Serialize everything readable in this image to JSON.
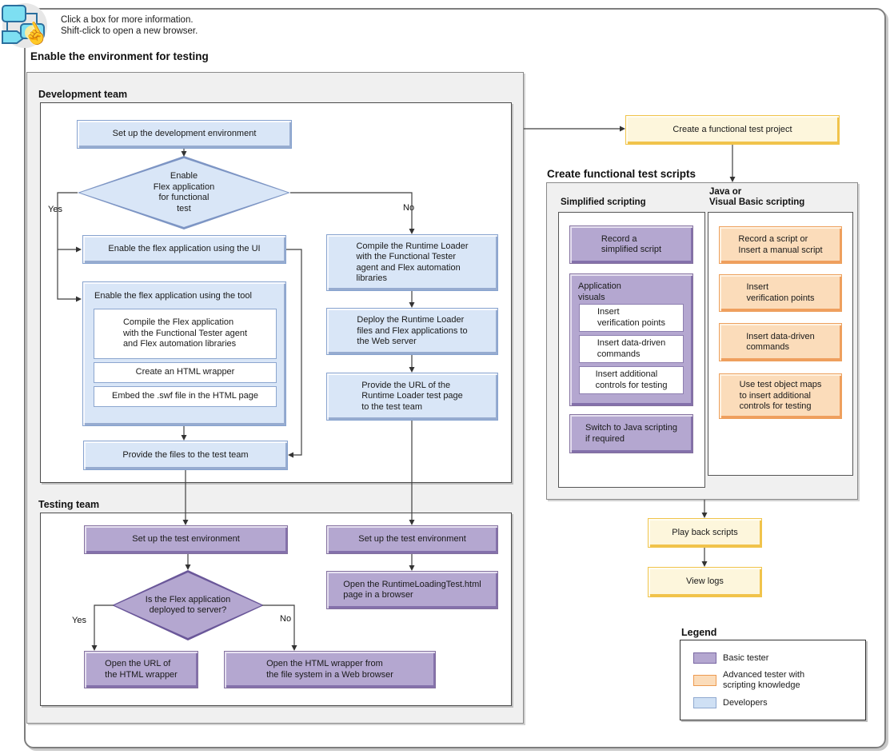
{
  "instructions": {
    "text": "Click a box for more information.\nShift-click to open a new browser."
  },
  "colors": {
    "basic_tester": "#b4a7d0",
    "advanced_tester": "#fbdcba",
    "developers": "#cfe0f4",
    "yellow_step": "#fdf6dc"
  },
  "enable_env": {
    "title": "Enable the environment for testing",
    "dev_team": {
      "label": "Development team",
      "setup_dev": "Set up the development environment",
      "decision": "Enable\nFlex application\nfor functional\ntest",
      "yes": "Yes",
      "no": "No",
      "enable_ui": "Enable the flex application using the UI",
      "enable_tool_label": "Enable the flex application using the tool",
      "compile_flex": "Compile the Flex application\nwith the Functional Tester agent\nand Flex automation libraries",
      "create_wrapper": "Create an HTML wrapper",
      "embed_swf": "Embed the .swf file in the HTML page",
      "provide_files": "Provide the files to the test team",
      "compile_loader": "Compile the Runtime Loader\nwith the Functional Tester\nagent and Flex automation\nlibraries",
      "deploy_loader": "Deploy the Runtime Loader\nfiles and Flex applications to\nthe Web server",
      "provide_url": "Provide the URL of the\nRuntime Loader test page\nto the test team"
    },
    "test_team": {
      "label": "Testing team",
      "setup_test_left": "Set up the test environment",
      "setup_test_right": "Set up the test environment",
      "decision": "Is the Flex application\ndeployed to server?",
      "yes": "Yes",
      "no": "No",
      "open_url": "Open the URL of\nthe HTML wrapper",
      "open_wrapper": "Open the HTML wrapper from\nthe file system in a Web browser",
      "open_runtime": "Open the RuntimeLoadingTest.html\npage in a browser"
    }
  },
  "create_project": "Create a functional test project",
  "scripts": {
    "title": "Create functional test scripts",
    "simplified": {
      "label": "Simplified scripting",
      "record": "Record a\nsimplified script",
      "app_visuals_label": "Application\nvisuals",
      "insert_vp": "Insert\nverification points",
      "insert_dd": "Insert data-driven\ncommands",
      "insert_controls": "Insert additional\ncontrols for testing",
      "switch_java": "Switch to Java scripting\nif required"
    },
    "javavb": {
      "label": "Java or\nVisual Basic scripting",
      "record": "Record a script or\nInsert a manual script",
      "insert_vp": "Insert\nverification points",
      "insert_dd": "Insert data-driven\ncommands",
      "use_maps": "Use test object maps\nto insert additional\ncontrols for testing"
    }
  },
  "playback": "Play back scripts",
  "view_logs": "View logs",
  "legend": {
    "title": "Legend",
    "items": [
      {
        "label": "Basic tester"
      },
      {
        "label": "Advanced tester with\nscripting knowledge"
      },
      {
        "label": "Developers"
      }
    ]
  }
}
